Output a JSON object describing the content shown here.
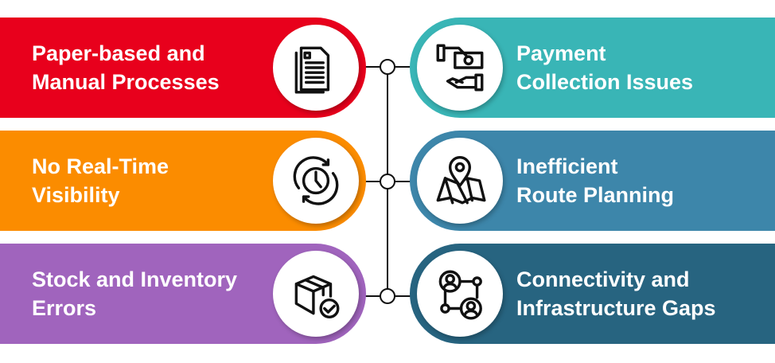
{
  "items": [
    {
      "title_lines": [
        "Paper-based and",
        "Manual Processes"
      ],
      "icon": "document-icon",
      "color": "#e8001c"
    },
    {
      "title_lines": [
        "No Real-Time",
        "Visibility"
      ],
      "icon": "clock-refresh-icon",
      "color": "#fb8c00"
    },
    {
      "title_lines": [
        "Stock and Inventory",
        "Errors"
      ],
      "icon": "box-check-icon",
      "color": "#a064bd"
    },
    {
      "title_lines": [
        "Payment",
        "Collection Issues"
      ],
      "icon": "hand-money-icon",
      "color": "#39b5b6"
    },
    {
      "title_lines": [
        "Inefficient",
        "Route Planning"
      ],
      "icon": "map-pin-icon",
      "color": "#3d86aa"
    },
    {
      "title_lines": [
        "Connectivity and",
        "Infrastructure Gaps"
      ],
      "icon": "network-users-icon",
      "color": "#276480"
    }
  ]
}
